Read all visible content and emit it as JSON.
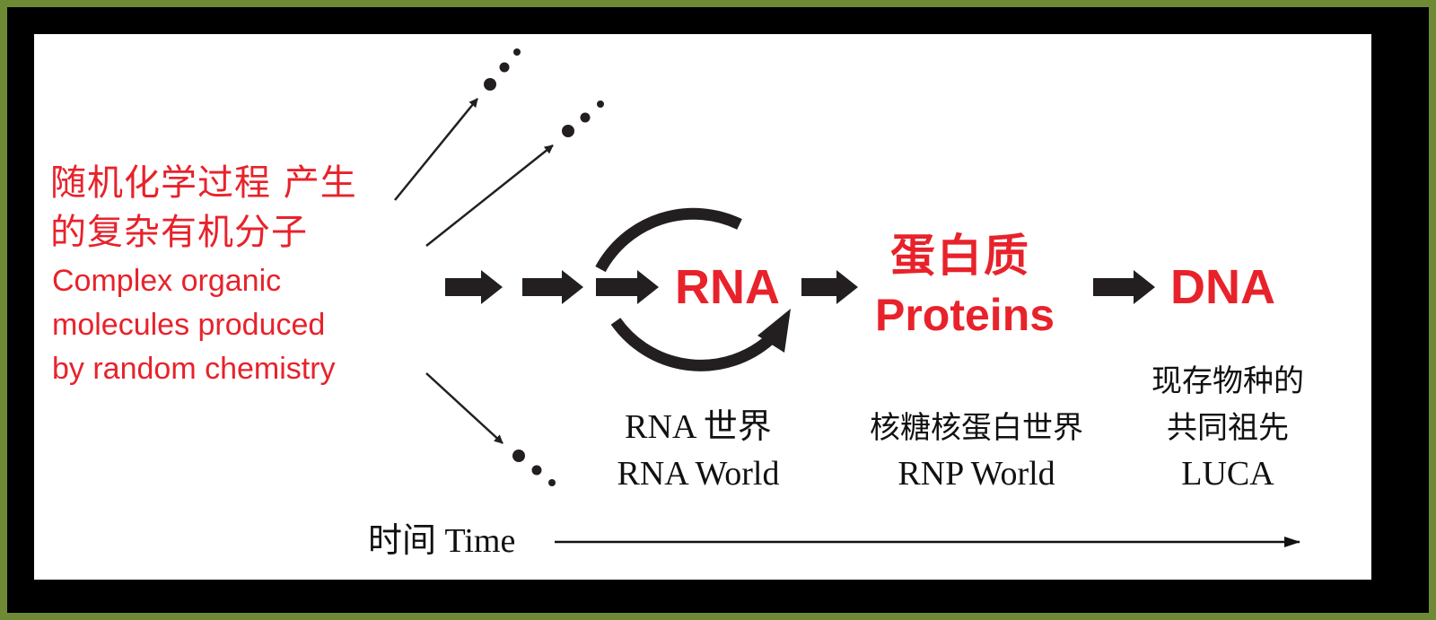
{
  "origin": {
    "cn_line1": "随机化学过程 产生",
    "cn_line2": "的复杂有机分子",
    "en_line1": "Complex organic",
    "en_line2": "molecules produced",
    "en_line3": "by random chemistry"
  },
  "stages": {
    "rna": "RNA",
    "protein_cn": "蛋白质",
    "protein_en": "Proteins",
    "dna": "DNA"
  },
  "worlds": {
    "rna_world_cn": "RNA 世界",
    "rna_world_en": "RNA World",
    "rnp_world_cn": "核糖核蛋白世界",
    "rnp_world_en": "RNP World",
    "luca_cn_line1": "现存物种的",
    "luca_cn_line2": "共同祖先",
    "luca_en": "LUCA"
  },
  "time_axis": {
    "label": "时间 Time"
  },
  "colors": {
    "accent_red": "#e8222b",
    "frame_green": "#6f8a34",
    "arrow_black": "#231f20"
  }
}
